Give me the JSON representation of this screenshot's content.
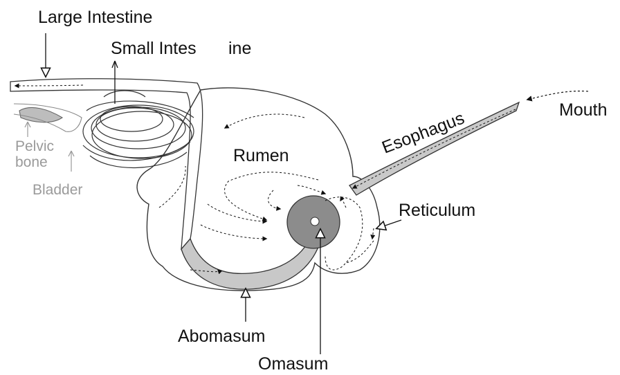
{
  "labels": {
    "large_intestine": "Large Intestine",
    "small_intestine": "Small Intes",
    "small_intestine_tail": "ine",
    "mouth": "Mouth",
    "esophagus": "Esophagus",
    "rumen": "Rumen",
    "reticulum": "Reticulum",
    "pelvic_line1": "Pelvic",
    "pelvic_line2": "bone",
    "bladder": "Bladder",
    "abomasum": "Abomasum",
    "omasum": "Omasum"
  },
  "colors": {
    "outline": "#333333",
    "label": "#111111",
    "soft_label": "#9a9a9a",
    "esophagus_fill": "#c9c9c9",
    "abomasum_fill": "#c8c8c8",
    "omasum_fill": "#8c8c8c",
    "pelvic_fill": "#bdbdbd"
  }
}
